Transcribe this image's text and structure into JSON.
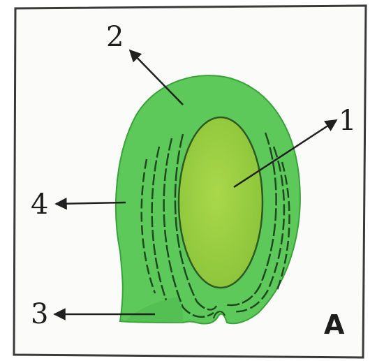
{
  "figure": {
    "panel_label": "A",
    "labels": [
      "1",
      "2",
      "3",
      "4"
    ]
  },
  "colors": {
    "outer_body": "#5cc95a",
    "inner_oval": "#98cf3f",
    "layer_lines": "#1f4a1f",
    "arrows": "#202020",
    "frame": "#3a3a3a",
    "paper": "#fbfbf9",
    "background": "#ffffff"
  }
}
